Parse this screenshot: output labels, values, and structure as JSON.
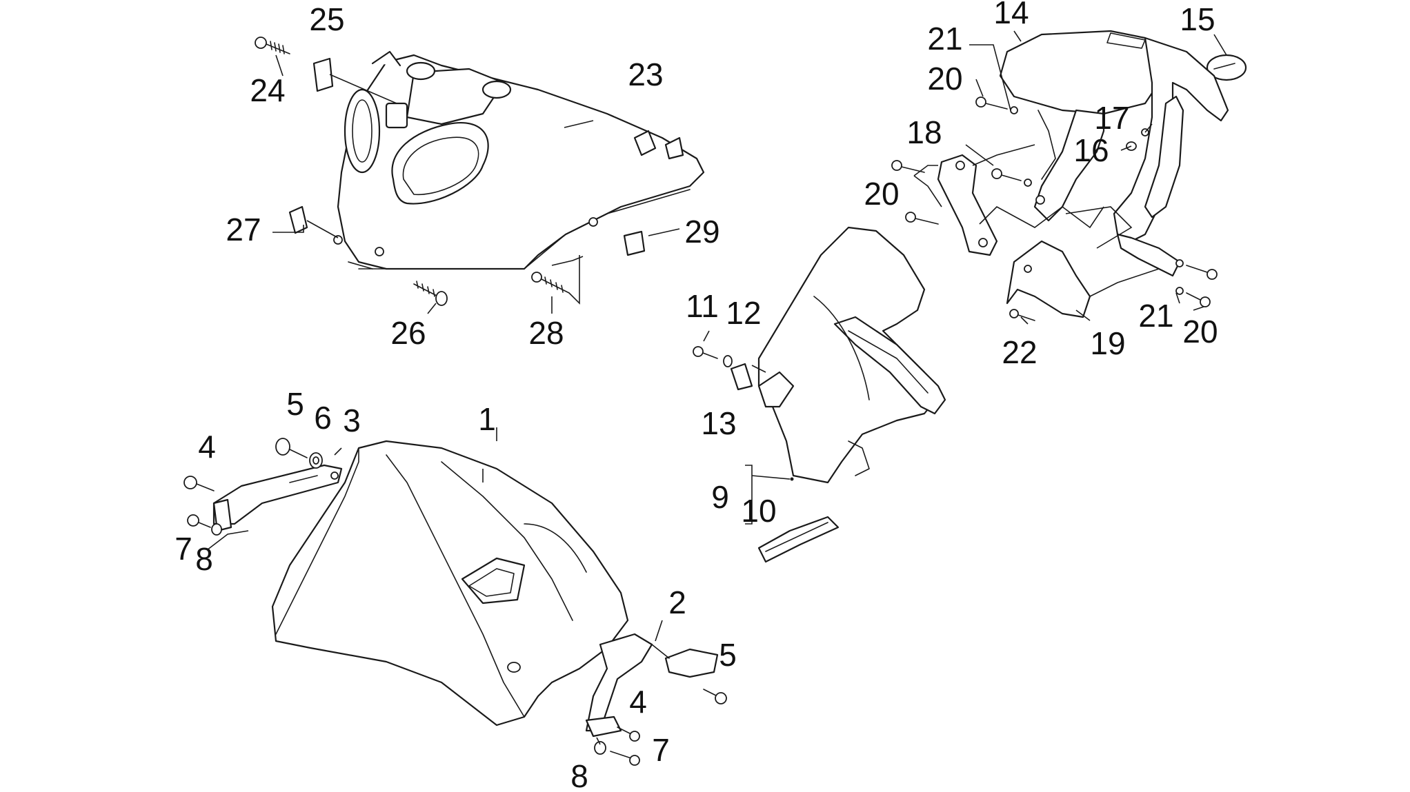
{
  "diagram": {
    "callouts": [
      {
        "id": "c1",
        "text": "1"
      },
      {
        "id": "c2",
        "text": "2"
      },
      {
        "id": "c3",
        "text": "3"
      },
      {
        "id": "c4a",
        "text": "4"
      },
      {
        "id": "c4b",
        "text": "4"
      },
      {
        "id": "c5a",
        "text": "5"
      },
      {
        "id": "c5b",
        "text": "5"
      },
      {
        "id": "c6",
        "text": "6"
      },
      {
        "id": "c7a",
        "text": "7"
      },
      {
        "id": "c7b",
        "text": "7"
      },
      {
        "id": "c8a",
        "text": "8"
      },
      {
        "id": "c8b",
        "text": "8"
      },
      {
        "id": "c9",
        "text": "9"
      },
      {
        "id": "c10",
        "text": "10"
      },
      {
        "id": "c11",
        "text": "11"
      },
      {
        "id": "c12",
        "text": "12"
      },
      {
        "id": "c13",
        "text": "13"
      },
      {
        "id": "c14",
        "text": "14"
      },
      {
        "id": "c15",
        "text": "15"
      },
      {
        "id": "c16",
        "text": "16"
      },
      {
        "id": "c17",
        "text": "17"
      },
      {
        "id": "c18",
        "text": "18"
      },
      {
        "id": "c19",
        "text": "19"
      },
      {
        "id": "c20a",
        "text": "20"
      },
      {
        "id": "c20b",
        "text": "20"
      },
      {
        "id": "c20c",
        "text": "20"
      },
      {
        "id": "c21a",
        "text": "21"
      },
      {
        "id": "c21b",
        "text": "21"
      },
      {
        "id": "c22",
        "text": "22"
      },
      {
        "id": "c23",
        "text": "23"
      },
      {
        "id": "c24",
        "text": "24"
      },
      {
        "id": "c25",
        "text": "25"
      },
      {
        "id": "c26",
        "text": "26"
      },
      {
        "id": "c27",
        "text": "27"
      },
      {
        "id": "c28",
        "text": "28"
      },
      {
        "id": "c29",
        "text": "29"
      }
    ]
  }
}
